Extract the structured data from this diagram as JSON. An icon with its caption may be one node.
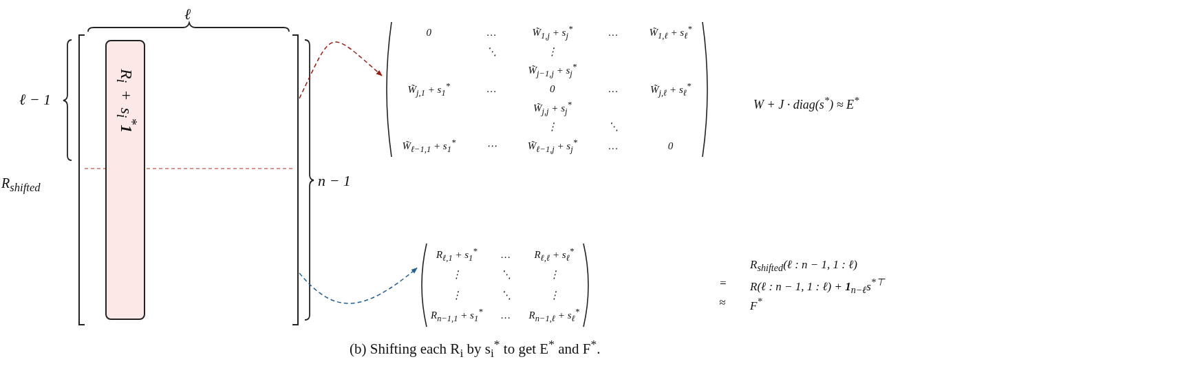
{
  "diagram": {
    "caption": "(b) Shifting each R$_{i}$ by s$_{i}$$^{*}$ to get E$^{*}$ and F$^{*}$.",
    "nodes": [
      {
        "text": [],
        "shape": "box",
        "beside": [
          "R$_{shifted}$"
        ]
      },
      {
        "text": [
          "R$_{i}$ + s$_{i}$$^{*}$**1**"
        ],
        "in": 0
      },
      {
        "text": [
          "0",
          "…",
          "W̃$_{1,j}$ + s$_{j}$$^{*}$",
          "…",
          "W̃$_{1,ℓ}$ + s$_{ℓ}$$^{*}$",
          "⋱",
          "⋮",
          "W̃$_{j−1,j}$ + s$_{j}$$^{*}$",
          "W̃$_{j,1}$ + s$_{1}$$^{*}$",
          "…",
          "0",
          "…",
          "W̃$_{j,ℓ}$ + s$_{ℓ}$$^{*}$",
          "W̃$_{j,j}$ + s$_{j}$$^{*}$",
          "⋮",
          "⋱",
          "W̃$_{ℓ−1,1}$ + s$_{1}$$^{*}$",
          "⋯",
          "W̃$_{ℓ−1,j}$ + s$_{j}$$^{*}$",
          "…",
          "0"
        ]
      },
      {
        "text": [
          "R$_{ℓ,1}$ + s$_{1}$$^{*}$",
          "…",
          "R$_{ℓ,ℓ}$ + s$_{ℓ}$$^{*}$",
          "⋮",
          "⋱",
          "⋮",
          "⋮",
          "⋱",
          "⋮",
          "R$_{n−1,1}$ + s$_{1}$$^{*}$",
          "…",
          "R$_{n−1,ℓ}$ + s$_{ℓ}$$^{*}$"
        ]
      }
    ],
    "edges": [
      {
        "from": 0,
        "to": 2,
        "arrow": "to",
        "style": "dashed",
        "color": "#9b1c10"
      },
      {
        "from": 0,
        "to": 3,
        "arrow": "to",
        "style": "dashed",
        "color": "#1f5f96"
      }
    ],
    "labels": [
      "ℓ",
      "ℓ − 1",
      "n − 1",
      "W + J · diag(s$^{*}$) ≈ E$^{*}$",
      "R$_{shifted}$(ℓ : n − 1, 1 : ℓ)",
      "=",
      "R(ℓ : n − 1, 1 : ℓ) + **1**$_{n−ℓ}$s$^{*⊤}$",
      "≈",
      "F$^{*}$"
    ]
  }
}
